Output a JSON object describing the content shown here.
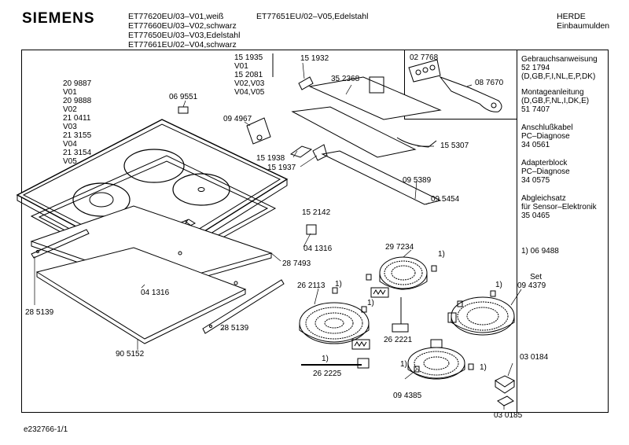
{
  "header": {
    "brand": "SIEMENS",
    "models_col1": [
      "ET77620EU/03–V01,weiß",
      "ET77660EU/03–V02,schwarz",
      "ET77650EU/03–V03,Edelstahl",
      "ET77661EU/02–V04,schwarz"
    ],
    "models_col2": [
      "ET77651EU/02–V05,Edelstahl"
    ],
    "category": [
      "HERDE",
      "Einbaumulden"
    ]
  },
  "side_panel": [
    [
      "Gebrauchsanweisung",
      "52 1794",
      "(D,GB,F,I,NL,E,P,DK)"
    ],
    [
      "Montageanleitung",
      "(D,GB,F,NL,I,DK,E)",
      "51 7407"
    ],
    [
      "Anschlußkabel",
      "PC–Diagnose",
      "34 0561"
    ],
    [
      "Adapterblock",
      "PC–Diagnose",
      "34 0575"
    ],
    [
      "Abgleichsatz",
      "für Sensor–Elektronik",
      "35 0465"
    ],
    [
      "1) 06 9488",
      "    Set"
    ]
  ],
  "labels": {
    "variants": [
      "20 9887",
      "V01",
      "20 9888",
      "V02",
      "21 0411",
      "V03",
      "21 3155",
      "V04",
      "21 3154",
      "V05"
    ],
    "p069551": "06 9551",
    "p094967": "09 4967",
    "p151935_group": [
      "15 1935",
      "V01",
      "15 2081",
      "V02,V03",
      "V04,V05"
    ],
    "p151932": "15 1932",
    "p352368": "35 2368",
    "p027768": "02 7768",
    "p087670": "08 7670",
    "p155307": "15 5307",
    "p151938": "15 1938",
    "p151937": "15 1937",
    "p095389": "09 5389",
    "p095454": "09 5454",
    "p152142": "15 2142",
    "p041316a": "04 1316",
    "p287493": "28 7493",
    "p041316b": "04 1316",
    "p285139a": "28 5139",
    "p285139b": "28 5139",
    "p905152": "90 5152",
    "p297234": "29 7234",
    "p262113": "26 2113",
    "p262221": "26 2221",
    "p262225": "26 2225",
    "p094379": "09 4379",
    "p094385": "09 4385",
    "p030184": "03 0184",
    "p030185": "03 0185",
    "fn": "1)"
  },
  "footer": "e232766-1/1"
}
